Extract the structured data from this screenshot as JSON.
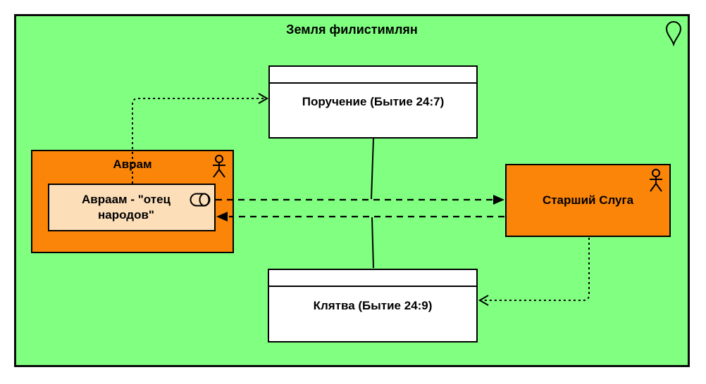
{
  "diagram": {
    "container": {
      "title": "Земля филистимлян",
      "icon": "location-pin",
      "fill": "#80FF80",
      "border_color": "#000000"
    },
    "nodes": {
      "avram": {
        "label": "Аврам",
        "type": "business-actor",
        "icon": "actor",
        "fill": "#FA8508"
      },
      "avraam_role": {
        "label": "Авраам - \"отец народов\"",
        "type": "business-role",
        "icon": "role-cylinder",
        "fill": "#FCDEB8"
      },
      "sluga": {
        "label": "Старший Слуга",
        "type": "business-actor",
        "icon": "actor",
        "fill": "#FA8508"
      },
      "poruchenie": {
        "label": "Поручение (Бытие 24:7)",
        "type": "business-interaction",
        "fill": "#FFFFFF"
      },
      "klyatva": {
        "label": "Клятва (Бытие 24:9)",
        "type": "business-interaction",
        "fill": "#FFFFFF"
      }
    },
    "edges": [
      {
        "from": "avraam_role",
        "to": "poruchenie",
        "style": "dotted",
        "arrowhead": "open"
      },
      {
        "from": "avraam_role",
        "to": "sluga",
        "style": "dashed",
        "arrowhead": "solid-triangle"
      },
      {
        "from": "sluga",
        "to": "avraam_role",
        "style": "dashed",
        "arrowhead": "solid-triangle"
      },
      {
        "from": "poruchenie",
        "to": "klyatva",
        "style": "solid",
        "arrowhead": "none"
      },
      {
        "from": "sluga",
        "to": "klyatva",
        "style": "dotted",
        "arrowhead": "open"
      }
    ]
  }
}
